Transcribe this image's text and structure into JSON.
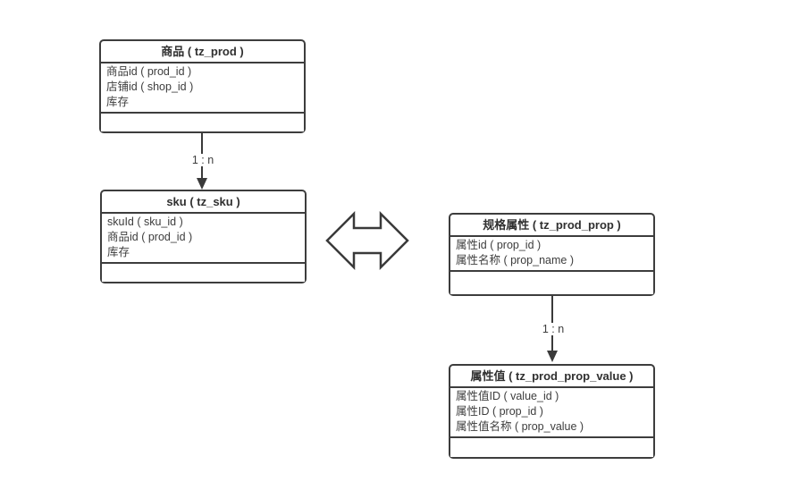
{
  "diagram": {
    "background_color": "#ffffff",
    "line_color": "#3a3a3a",
    "text_color": "#3d3d3d",
    "tables": {
      "prod": {
        "title": "商品 ( tz_prod )",
        "fields": [
          "商品id ( prod_id )",
          "店铺id ( shop_id )",
          "库存"
        ]
      },
      "sku": {
        "title": "sku ( tz_sku )",
        "fields": [
          "skuId ( sku_id )",
          "商品id ( prod_id )",
          "库存"
        ]
      },
      "prop": {
        "title": "规格属性 ( tz_prod_prop )",
        "fields": [
          "属性id ( prop_id )",
          "属性名称 ( prop_name )"
        ]
      },
      "prop_value": {
        "title": "属性值 ( tz_prod_prop_value )",
        "fields": [
          "属性值ID ( value_id )",
          "属性ID ( prop_id )",
          "属性值名称 ( prop_value )"
        ]
      }
    },
    "connectors": {
      "prod_to_sku": {
        "label": "1 : n"
      },
      "prop_to_value": {
        "label": "1 : n"
      }
    }
  }
}
